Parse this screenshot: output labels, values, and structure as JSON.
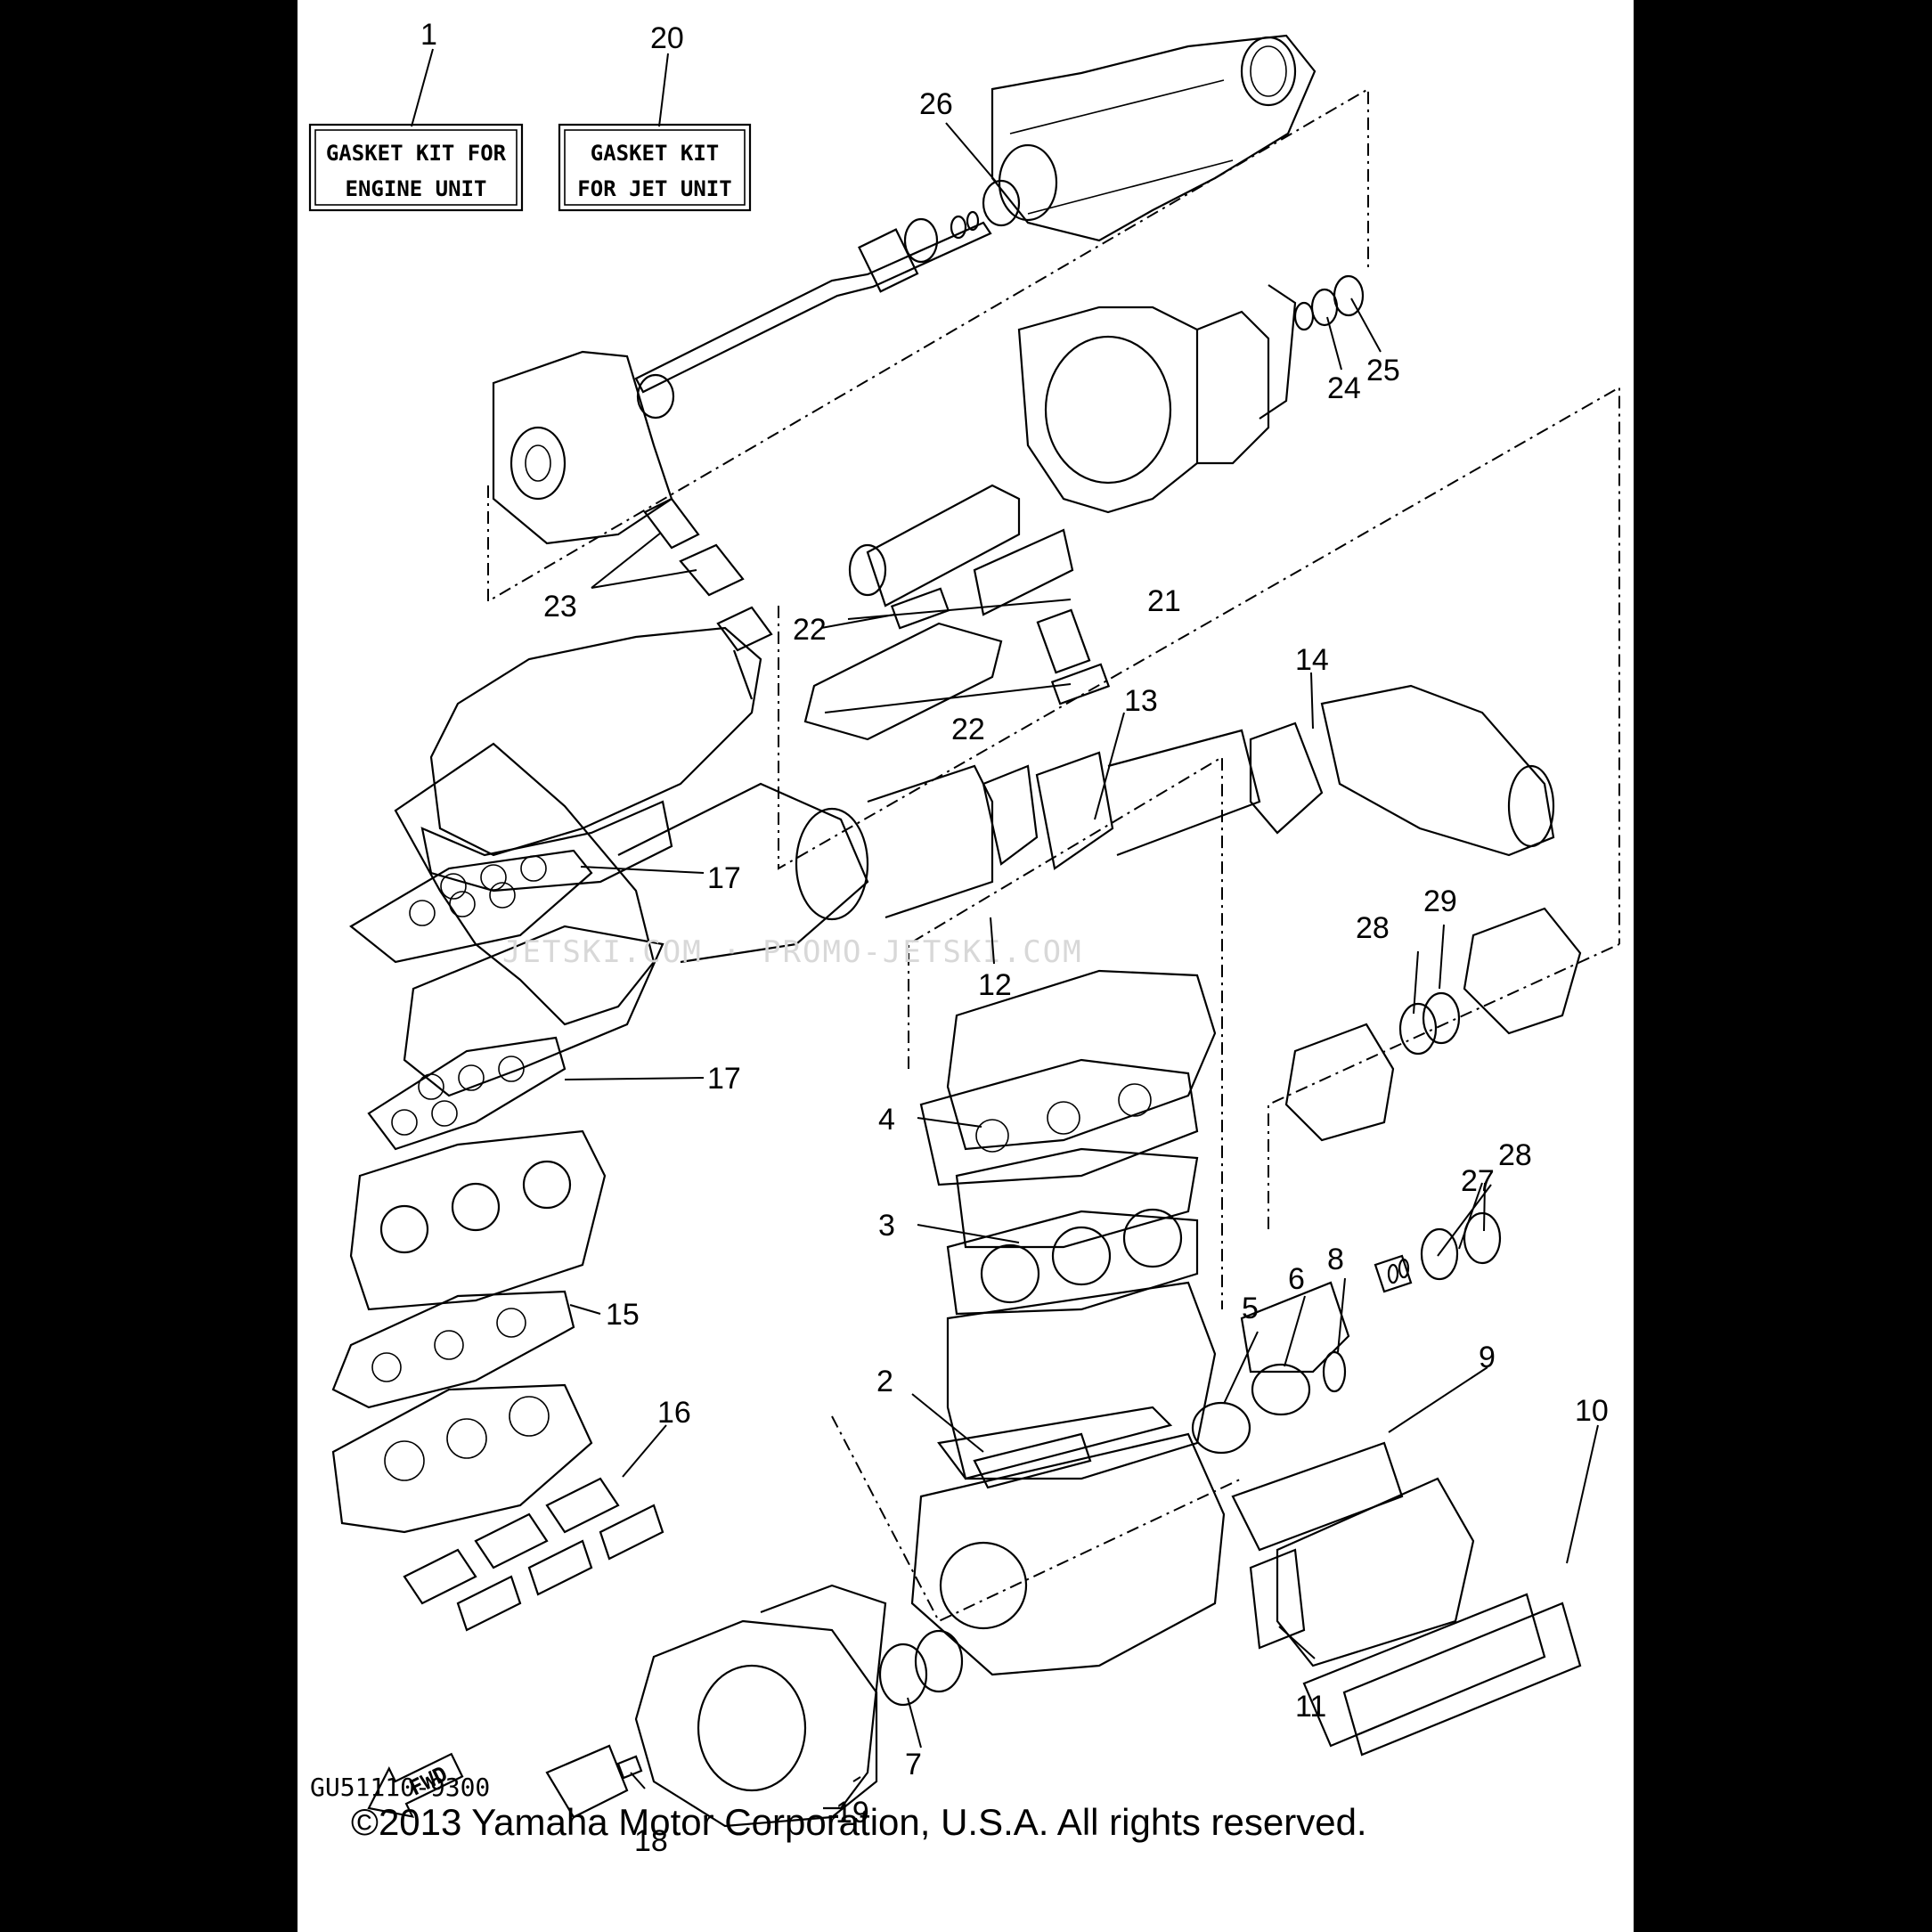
{
  "kits": {
    "engine": {
      "line1": "GASKET KIT FOR",
      "line2": "ENGINE UNIT"
    },
    "jet": {
      "line1": "GASKET KIT",
      "line2": "FOR JET UNIT"
    }
  },
  "callouts": [
    "1",
    "20",
    "26",
    "24",
    "25",
    "23",
    "22",
    "21",
    "22",
    "14",
    "13",
    "17",
    "12",
    "28",
    "29",
    "17",
    "4",
    "3",
    "27",
    "28",
    "8",
    "6",
    "5",
    "15",
    "9",
    "2",
    "16",
    "10",
    "11",
    "7",
    "19",
    "18"
  ],
  "watermark": "JETSKI.COM · PROMO-JETSKI.COM",
  "fwd_label": "FWD",
  "diagram_code": "GU51110-9300",
  "copyright": "©2013 Yamaha Motor Corporation, U.S.A. All rights reserved."
}
